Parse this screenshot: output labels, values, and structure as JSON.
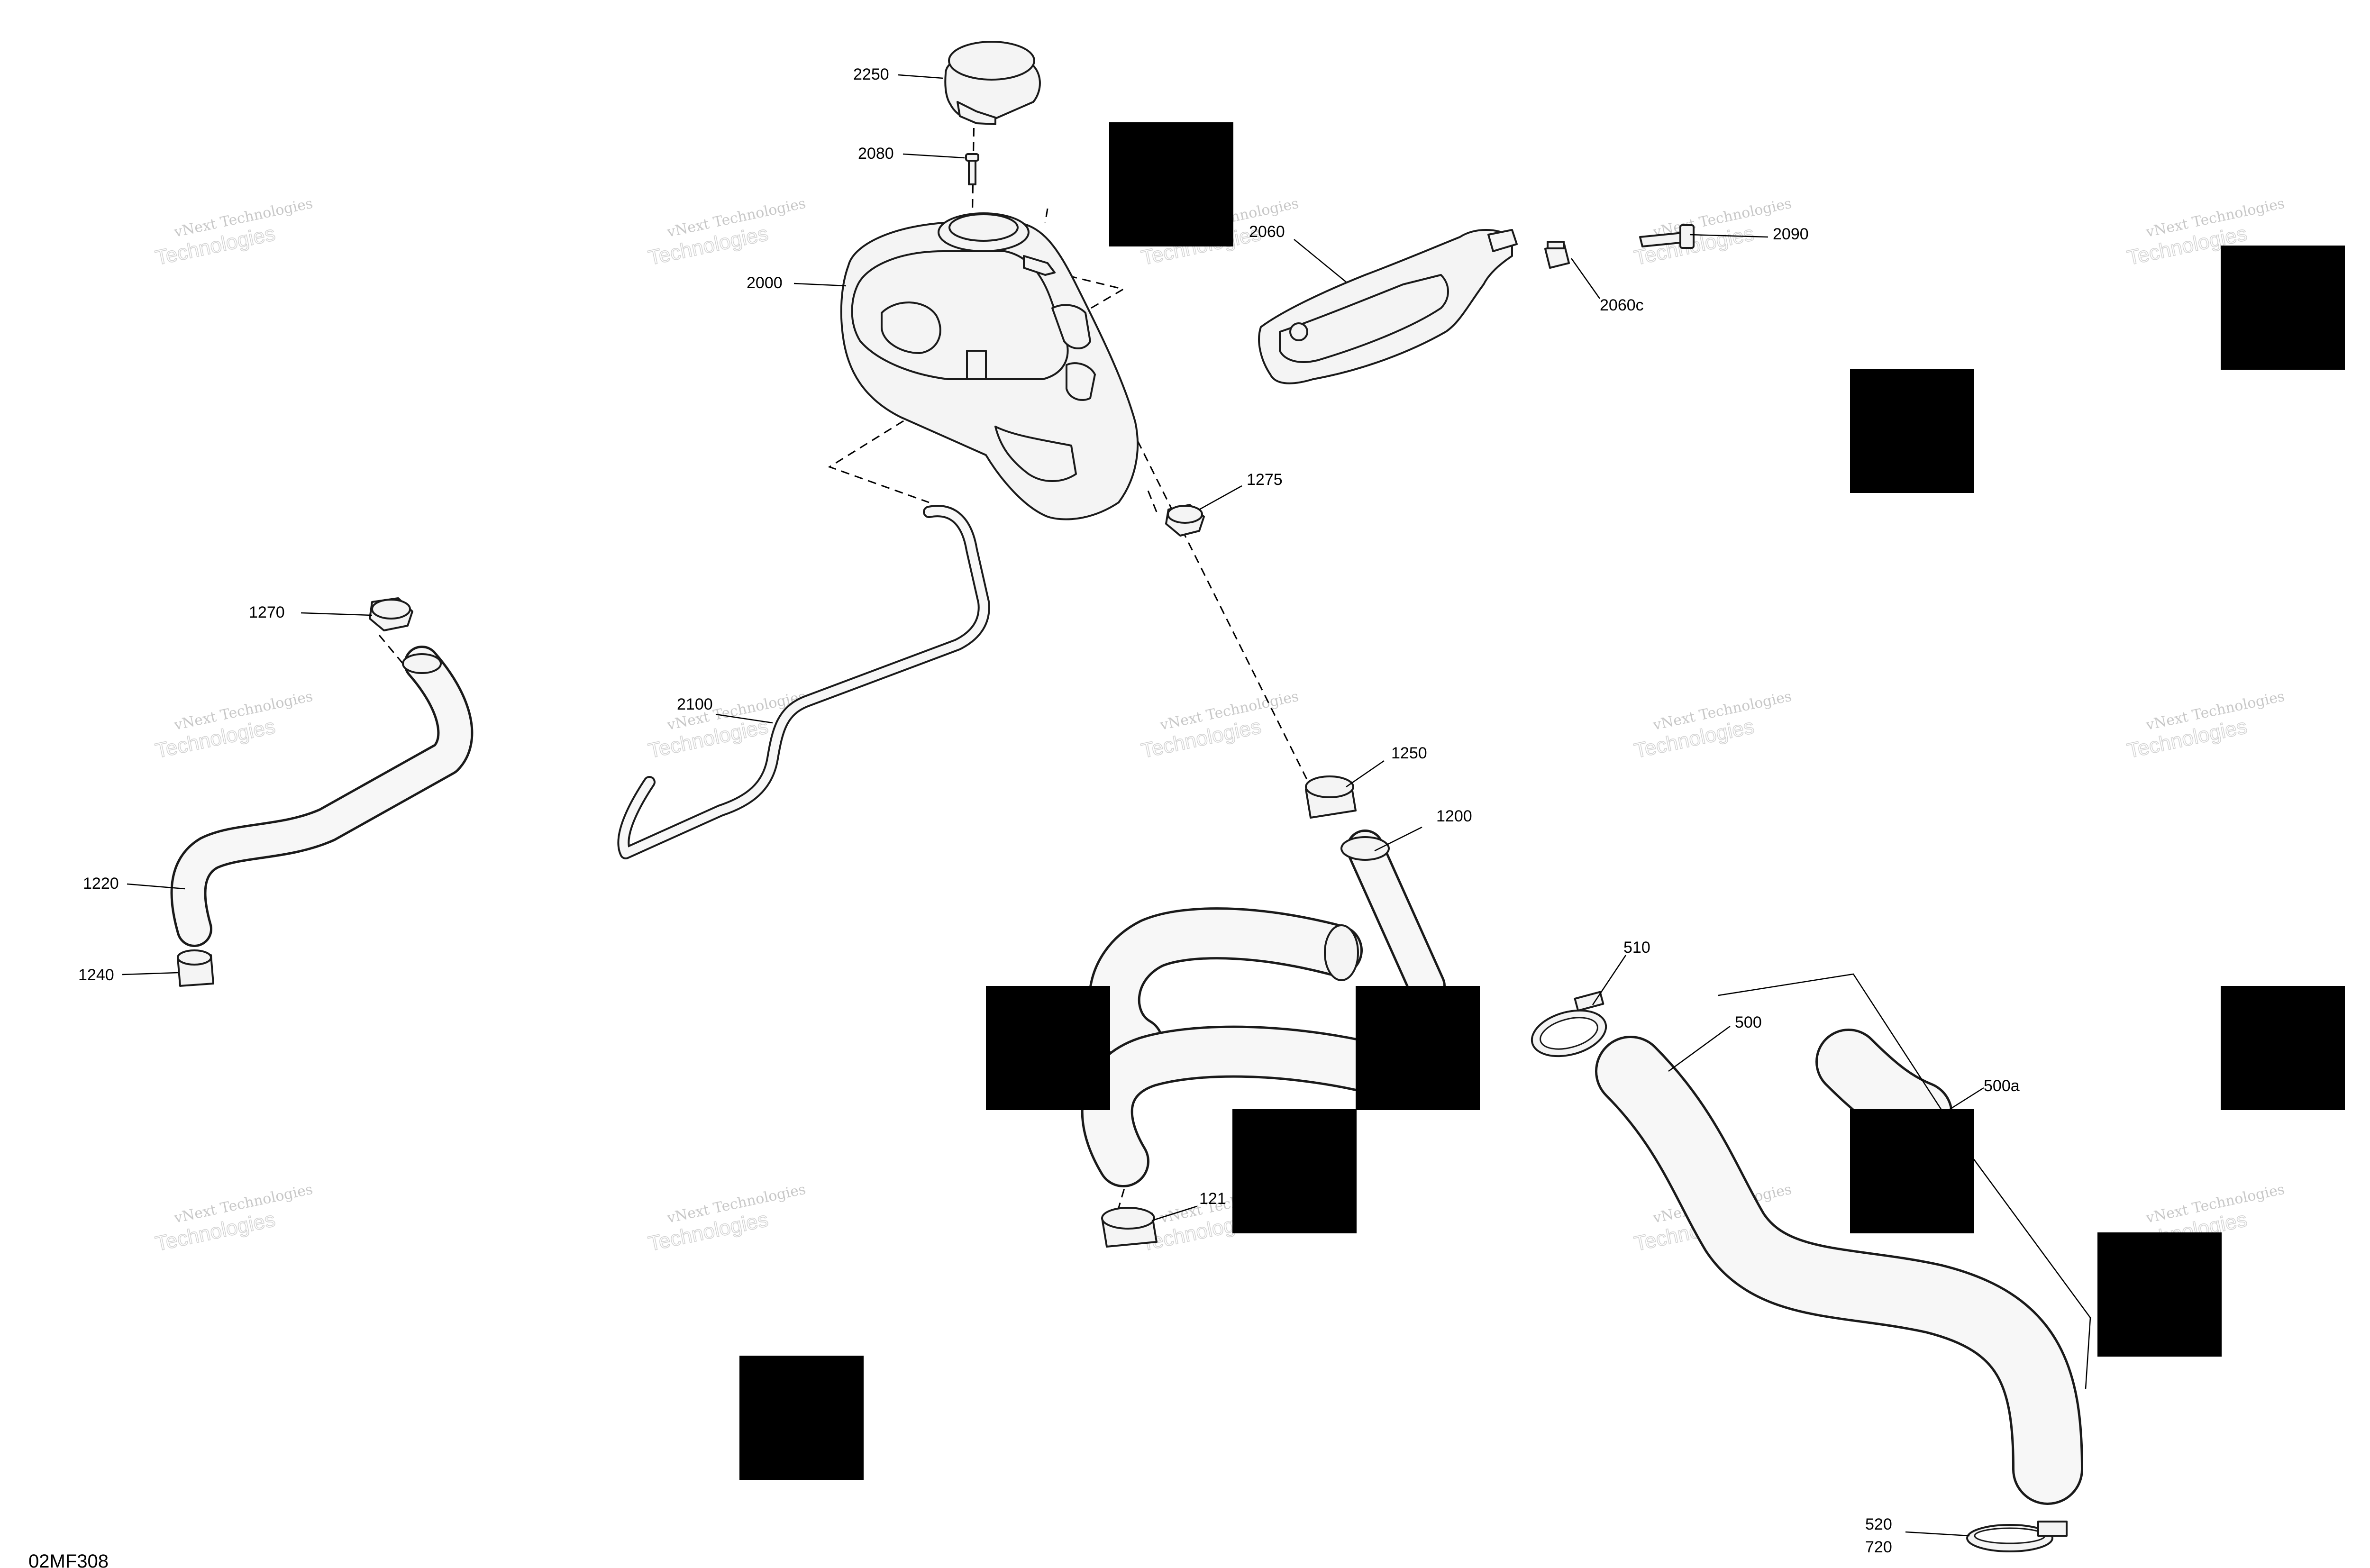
{
  "diagram_id": "02MF308",
  "watermark": {
    "line1": "vNext Technologies",
    "line2": "Technologies"
  },
  "callouts": [
    {
      "id": "c2250",
      "text": "2250"
    },
    {
      "id": "c2080",
      "text": "2080"
    },
    {
      "id": "c2000",
      "text": "2000"
    },
    {
      "id": "c2060",
      "text": "2060"
    },
    {
      "id": "c2090",
      "text": "2090"
    },
    {
      "id": "c2060c",
      "text": "2060c"
    },
    {
      "id": "c1275",
      "text": "1275"
    },
    {
      "id": "c1270",
      "text": "1270"
    },
    {
      "id": "c2100",
      "text": "2100"
    },
    {
      "id": "c1220",
      "text": "1220"
    },
    {
      "id": "c1240",
      "text": "1240"
    },
    {
      "id": "c1250",
      "text": "1250"
    },
    {
      "id": "c1200",
      "text": "1200"
    },
    {
      "id": "c1210",
      "text": "121"
    },
    {
      "id": "c510",
      "text": "510"
    },
    {
      "id": "c500",
      "text": "500"
    },
    {
      "id": "c500a",
      "text": "500a"
    },
    {
      "id": "c520",
      "text": "520"
    },
    {
      "id": "c720",
      "text": "720"
    }
  ]
}
